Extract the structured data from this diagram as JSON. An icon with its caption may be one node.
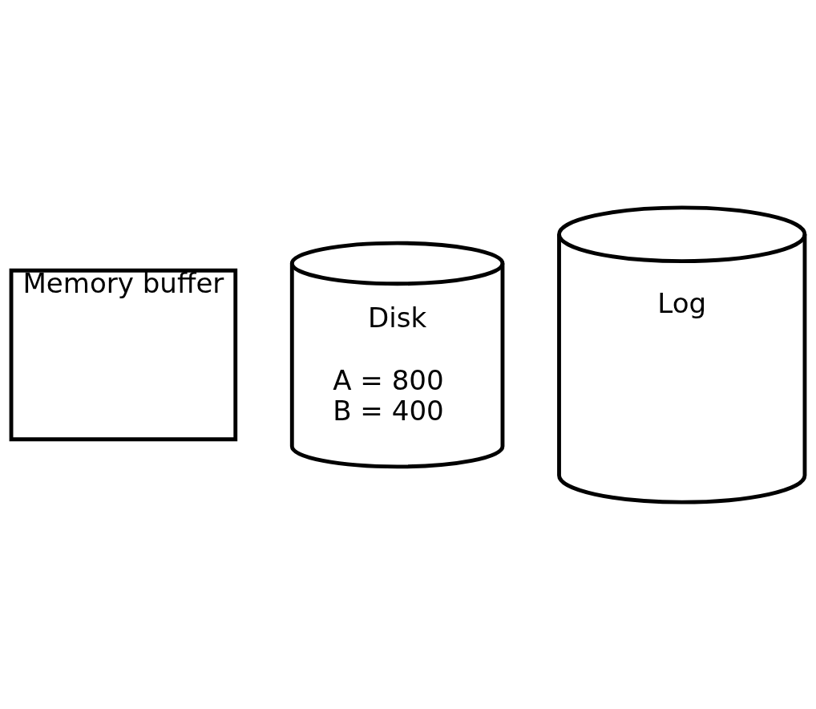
{
  "diagram": {
    "nodes": [
      {
        "text": [
          "Memory buffer"
        ]
      },
      {
        "text": [
          "Disk",
          "A = 800",
          "B = 400"
        ]
      },
      {
        "text": [
          "Log"
        ]
      }
    ],
    "edges": []
  }
}
